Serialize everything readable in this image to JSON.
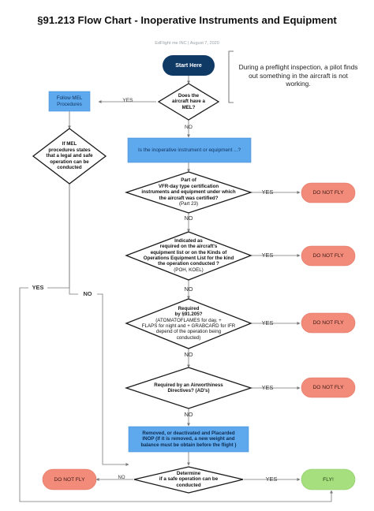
{
  "title": "§91.213 Flow Chart - Inoperative Instruments and Equipment",
  "subtitle": "EdFlight me INC  |  August 7, 2020",
  "note": "During a preflight inspection, a pilot finds out something in the aircraft is not working.",
  "start": "Start Here",
  "decisions": {
    "mel": {
      "line1": "Does the",
      "line2": "aircraft have a",
      "line3": "MEL?"
    },
    "mel_procedures": {
      "line1": "If MEL",
      "line2": "procedures states",
      "line3": "that a legal and safe",
      "line4": "operation can be",
      "line5": "conducted"
    },
    "vfr_day": {
      "line1": "Part of",
      "line2": "VFR-day type certification",
      "line3": "instruments and equipment under which",
      "line4": "the aircraft was certified?",
      "line5": "(Part 23)"
    },
    "kinds_ops": {
      "line1": "Indicated as",
      "line2": "required on the aircraft's",
      "line3": "equipment list or on the Kinds of",
      "line4": "Operations Equipment List for the kind",
      "line5": "the operation conducted ?",
      "line6": "(POH, KOEL)"
    },
    "part_91_205": {
      "line1": "Required",
      "line2": "by §91.205?",
      "line3": "(ATOMATOFLAMES for day, +",
      "line4": "FLAPS for night and + GRABCARD for IFR",
      "line5": "depend of the operation being",
      "line6": "conducted)"
    },
    "ad": {
      "line1": "Required by an Airworthiness",
      "line2": "Directives? (AD's)"
    },
    "safe": {
      "line1": "Determine",
      "line2": "if a safe operation can be",
      "line3": "conducted"
    }
  },
  "processes": {
    "follow_mel": {
      "line1": "Follow MEL",
      "line2": "Procedures"
    },
    "inoperative_question": "Is the inoperative instrument or equipment ...?",
    "removed": {
      "line1": "Removed, or deactivated and Placarded",
      "line2": "INOP (If it is removed, a new weight and",
      "line3": "balance must be obtain before the flight )"
    }
  },
  "outcomes": {
    "do_not_fly": "DO NOT FLY",
    "fly": "FLY!"
  },
  "labels": {
    "yes": "YES",
    "no": "NO"
  },
  "colors": {
    "start_fill": "#0f3a66",
    "process_fill": "#5ea8ee",
    "do_not_fly_fill": "#f28b7a",
    "fly_fill": "#a6df7e",
    "decision_stroke": "#1a1a1a",
    "connector": "#777777"
  }
}
